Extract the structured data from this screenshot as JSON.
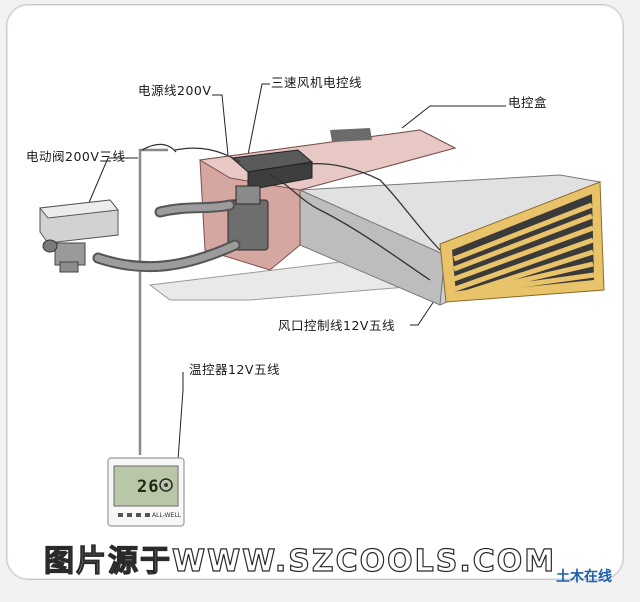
{
  "labels": {
    "power_line": "电源线200V",
    "fan_control_line": "三速风机电控线",
    "control_box": "电控盒",
    "valve_line": "电动阀200V三线",
    "vent_control_line": "风口控制线12V五线",
    "thermostat_line": "温控器12V五线"
  },
  "thermostat": {
    "display_value": "26",
    "brand": "ALL-WELL"
  },
  "watermark": {
    "source_text": "图片源于WWW.SZCOOLS.COM",
    "logo_text": "土木在线"
  },
  "colors": {
    "vent_frame": "#e9c36a",
    "duct_top": "#e6e6e6",
    "duct_side": "#a9a9a9",
    "unit_pink": "#d49f9a",
    "text": "#1a1a1a"
  }
}
